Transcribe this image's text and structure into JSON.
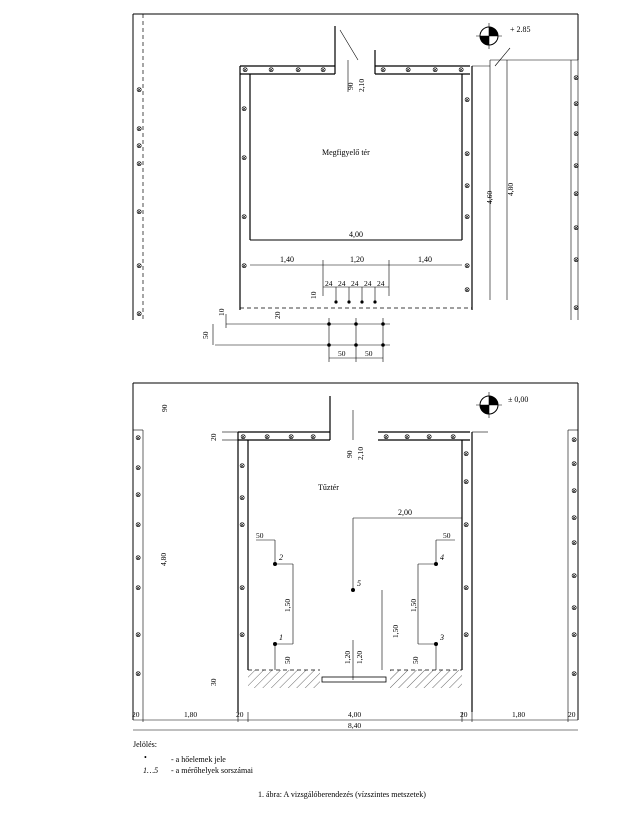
{
  "top": {
    "room_label": "Megfigyelő tér",
    "level": "+ 2.85",
    "dims": {
      "opening_90": "90",
      "opening_210": "2,10",
      "width": "4,00",
      "left": "1,40",
      "mid": "1,20",
      "right": "1,40",
      "spacing": [
        "24",
        "24",
        "24",
        "24",
        "24"
      ],
      "d10a": "10",
      "d10b": "10",
      "d20": "20",
      "d50v": "50",
      "d50a": "50",
      "d50b": "50",
      "h460": "4,60",
      "h480": "4,80"
    }
  },
  "bottom": {
    "room_label": "Tűztér",
    "level": "± 0,00",
    "dims": {
      "top90": "90",
      "d20top": "20",
      "opening_90": "90",
      "opening_210": "2,10",
      "h480": "4,80",
      "d200": "2,00",
      "d50l": "50",
      "d50r": "50",
      "d150l": "1,50",
      "d150r": "1,50",
      "d150c": "1,50",
      "d50bl": "50",
      "d50br": "50",
      "d120a": "1,20",
      "d120b": "1,20",
      "d30": "30",
      "b20a": "20",
      "b180a": "1,80",
      "b20b": "20",
      "b400": "4,00",
      "b20c": "20",
      "b180b": "1,80",
      "b20d": "20",
      "b840": "8,40"
    },
    "points": [
      "1",
      "2",
      "3",
      "4",
      "5"
    ]
  },
  "legend": {
    "title": "Jelölés:",
    "row1_symbol": "•",
    "row1_text": "- a hőelemek jele",
    "row2_symbol": "1…5",
    "row2_text": "- a mérőhelyek sorszámai"
  },
  "caption": "1. ábra: A vizsgálóberendezés (vízszintes metszetek)"
}
